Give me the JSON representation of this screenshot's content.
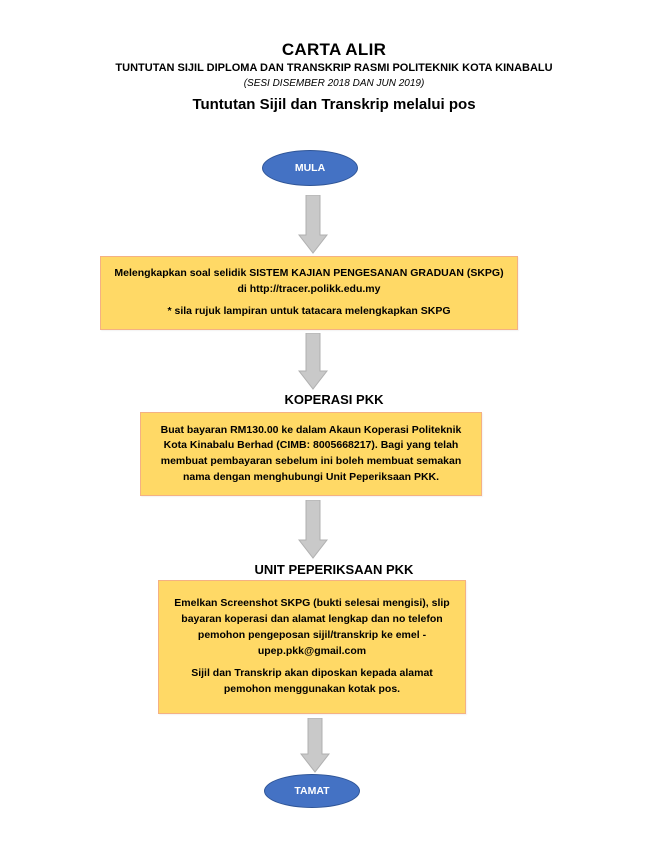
{
  "header": {
    "title": "CARTA ALIR",
    "subtitle": "TUNTUTAN SIJIL DIPLOMA DAN TRANSKRIP RASMI POLITEKNIK KOTA KINABALU",
    "session": "(SESI DISEMBER 2018 DAN JUN 2019)",
    "heading": "Tuntutan Sijil dan Transkrip melalui pos"
  },
  "flow": {
    "start": "MULA",
    "step1": {
      "line1": "Melengkapkan soal selidik SISTEM KAJIAN PENGESANAN GRADUAN (SKPG) di http://tracer.polikk.edu.my",
      "note": "* sila rujuk lampiran untuk tatacara melengkapkan SKPG"
    },
    "step2": {
      "label": "KOPERASI PKK",
      "text": "Buat bayaran RM130.00 ke dalam Akaun Koperasi Politeknik Kota Kinabalu Berhad (CIMB: 8005668217). Bagi yang telah membuat pembayaran sebelum ini boleh membuat semakan nama dengan menghubungi Unit Peperiksaan PKK."
    },
    "step3": {
      "label": "UNIT PEPERIKSAAN PKK",
      "text1": "Emelkan Screenshot SKPG (bukti selesai mengisi), slip bayaran koperasi dan alamat lengkap dan no telefon pemohon pengeposan sijil/transkrip ke emel - upep.pkk@gmail.com",
      "text2": "Sijil dan Transkrip akan diposkan kepada alamat pemohon menggunakan kotak pos."
    },
    "end": "TAMAT"
  },
  "colors": {
    "oval_fill": "#4472c4",
    "box_fill": "#ffd966",
    "box_border": "#f4b183",
    "arrow_fill": "#c9c9c9"
  },
  "icons": {
    "connector": "down-arrow-icon"
  }
}
